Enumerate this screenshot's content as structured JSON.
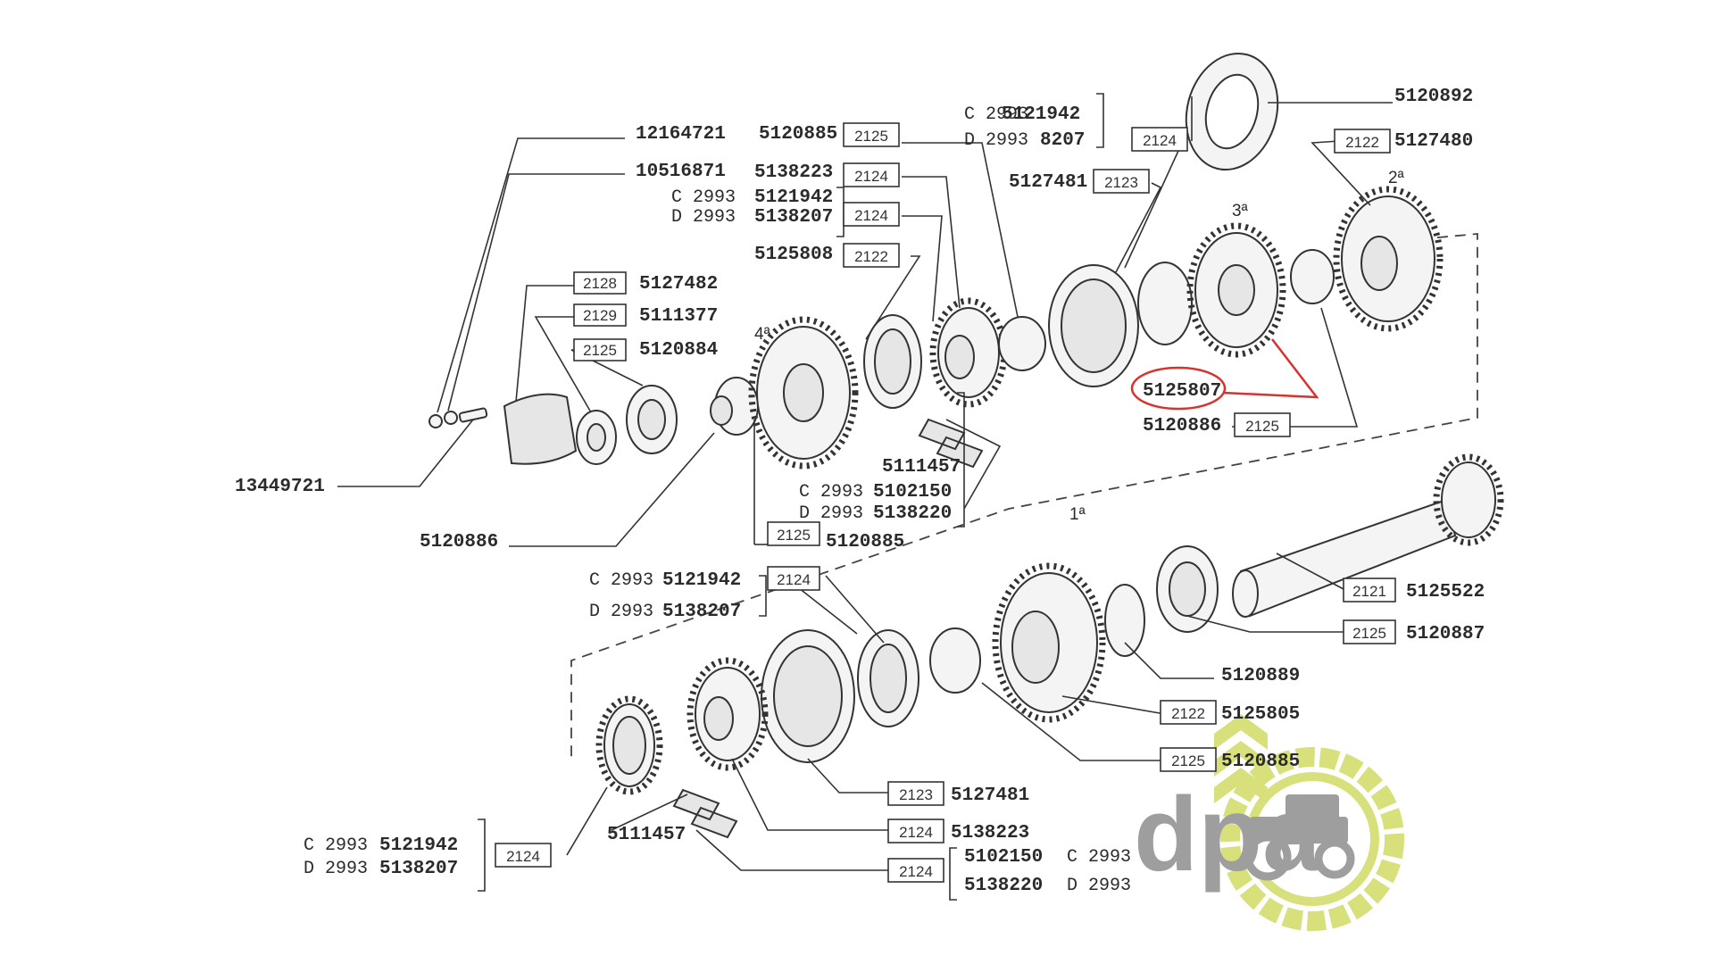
{
  "labels": {
    "l_12164721": "12164721",
    "l_10516871": "10516871",
    "l_13449721": "13449721",
    "l_5120886_a": "5120886",
    "l_5120885_a": "5120885",
    "l_5138223_a": "5138223",
    "l_5121942_a": "5121942",
    "l_5138207_a": "5138207",
    "l_5125808": "5125808",
    "l_5127482": "5127482",
    "l_5111377": "5111377",
    "l_5120884": "5120884",
    "l_5121942_b": "5121942",
    "l_8207": "8207",
    "l_5127481_a": "5127481",
    "l_5120892": "5120892",
    "l_5127480": "5127480",
    "l_5125807": "5125807",
    "l_5120886_b": "5120886",
    "l_5111457_a": "5111457",
    "l_5102150_a": "5102150",
    "l_5138220_a": "5138220",
    "l_5120885_b": "5120885",
    "l_5121942_c": "5121942",
    "l_5138207_c": "5138207",
    "l_5125522": "5125522",
    "l_5120887": "5120887",
    "l_5120889": "5120889",
    "l_5125805": "5125805",
    "l_5120885_c": "5120885",
    "l_5127481_b": "5127481",
    "l_5138223_b": "5138223",
    "l_5102150_b": "5102150",
    "l_5138220_b": "5138220",
    "l_5121942_d": "5121942",
    "l_5138207_d": "5138207",
    "l_5111457_b": "5111457"
  },
  "codes": {
    "c_2993_a": "C 2993",
    "d_2993_a": "D 2993",
    "c_2993_b": "C 2993",
    "d_2993_b": "D 2993",
    "c_2993_c": "C 2993",
    "d_2993_c": "D 2993",
    "c_2993_d": "C 2993",
    "d_2993_d": "D 2993",
    "c_2993_e": "C 2993",
    "d_2993_e": "D 2993",
    "c_2993_f": "C 2993",
    "d_2993_f": "D 2993"
  },
  "boxes": {
    "b_2125_a": "2125",
    "b_2124_a": "2124",
    "b_2124_b": "2124",
    "b_2122_a": "2122",
    "b_2128": "2128",
    "b_2129": "2129",
    "b_2125_b": "2125",
    "b_2124_c": "2124",
    "b_2123_a": "2123",
    "b_2122_b": "2122",
    "b_2125_c": "2125",
    "b_2125_d": "2125",
    "b_2124_d": "2124",
    "b_2121": "2121",
    "b_2125_e": "2125",
    "b_2122_c": "2122",
    "b_2125_f": "2125",
    "b_2123_b": "2123",
    "b_2124_e": "2124",
    "b_2124_f": "2124",
    "b_2124_g": "2124"
  },
  "gears": {
    "g4": "4ª",
    "g3": "3ª",
    "g2": "2ª",
    "g1": "1ª"
  },
  "logo": {
    "text": "dpa",
    "color_grey": "#9e9e9e",
    "color_green": "#d7e07a"
  },
  "highlight_color": "#d8322f"
}
